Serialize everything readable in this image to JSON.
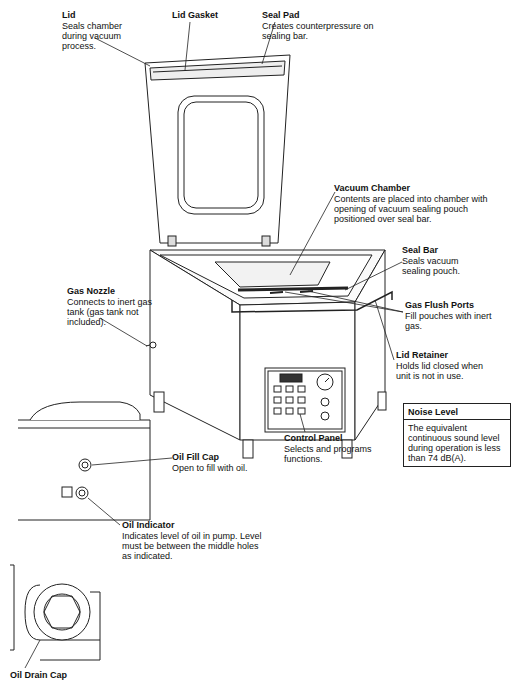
{
  "diagram": {
    "nodes": [
      {
        "text": [
          "Noise Level",
          "The equivalent continuous sound level during operation is less than 74 dB(A)."
        ]
      }
    ],
    "labels": [
      "Lid",
      "Seals chamber during vacuum process.",
      "Lid Gasket",
      "Seal Pad",
      "Creates counterpressure on sealing bar.",
      "Vacuum Chamber",
      "Contents are placed into chamber with opening of vacuum sealing pouch positioned over seal bar.",
      "Seal Bar",
      "Seals vacuum sealing pouch.",
      "Gas Nozzle",
      "Connects to inert gas tank (gas tank not included).",
      "Gas Flush Ports",
      "Fill pouches with inert gas.",
      "Lid Retainer",
      "Holds lid closed when unit is not in use.",
      "Control Panel",
      "Selects and programs functions.",
      "Oil Fill Cap",
      "Open to fill with oil.",
      "Oil Indicator",
      "Indicates level of oil in pump. Level must be between the middle holes as indicated.",
      "Oil Drain Cap"
    ]
  }
}
